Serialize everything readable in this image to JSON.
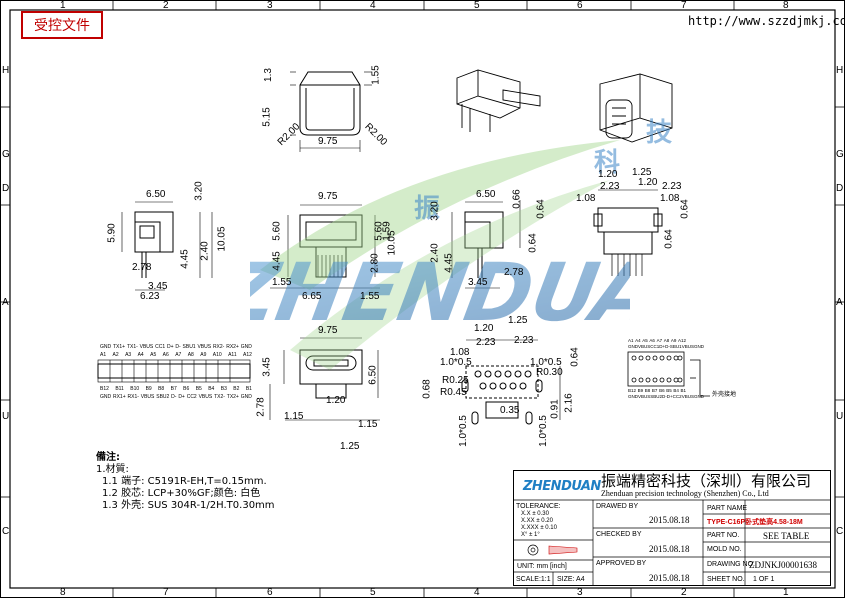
{
  "frame": {
    "top_cols": [
      "1",
      "2",
      "3",
      "4",
      "5",
      "6",
      "7",
      "8"
    ],
    "bottom_cols": [
      "8",
      "7",
      "6",
      "5",
      "4",
      "3",
      "2",
      "1"
    ],
    "left_rows": [
      "H",
      "G",
      "D",
      "A",
      "U",
      "C"
    ],
    "right_rows": [
      "H",
      "G",
      "D",
      "A",
      "U",
      "C"
    ]
  },
  "stamp": "受控文件",
  "url": "http://www.szzdjmkj.com",
  "watermark": {
    "brand": "ZHENDUAN",
    "word1": "振",
    "word2": "科",
    "word3": "技"
  },
  "views": {
    "top_profile": {
      "d1": "1.3",
      "d2": "1.55",
      "d3": "5.15",
      "d4": "R2.00",
      "d5": "R2.00",
      "d6": "9.75"
    },
    "side_left": {
      "d1": "6.50",
      "d2": "3.20",
      "d3": "5.90",
      "d4": "4.45",
      "d5": "2.40",
      "d6": "10.05",
      "d7": "2.78",
      "d8": "3.45",
      "d9": "6.23"
    },
    "front": {
      "d1": "9.75",
      "d2": "5.60",
      "d3": "4.45",
      "d4": "5.60",
      "d5": "1.59",
      "d6": "2.80",
      "d7": "10.05",
      "d8": "1.55",
      "d9": "6.65",
      "d10": "1.55"
    },
    "side_right": {
      "d1": "6.50",
      "d2": "3.20",
      "d3": "0.66",
      "d4": "0.64",
      "d5": "0.64",
      "d6": "2.40",
      "d7": "4.45",
      "d8": "3.45",
      "d9": "2.78"
    },
    "pcb_top": {
      "d1": "1.20",
      "d2": "1.25",
      "d3": "2.23",
      "d4": "1.20",
      "d5": "2.23",
      "d6": "1.08",
      "d7": "1.08",
      "d8": "0.64",
      "d9": "0.64"
    },
    "pins_view": {
      "top_pins": [
        "GND",
        "TX1+",
        "TX1-",
        "VBUS",
        "CC1",
        "D+",
        "D-",
        "SBU1",
        "VBUS",
        "RX2-",
        "RX2+",
        "GND"
      ],
      "top_codes": [
        "A1",
        "A2",
        "A3",
        "A4",
        "A5",
        "A6",
        "A7",
        "A8",
        "A9",
        "A10",
        "A11",
        "A12"
      ],
      "bottom_pins": [
        "GND",
        "RX1+",
        "RX1-",
        "VBUS",
        "SBU2",
        "D-",
        "D+",
        "CC2",
        "VBUS",
        "TX2-",
        "TX2+",
        "GND"
      ],
      "bottom_codes": [
        "B12",
        "B11",
        "B10",
        "B9",
        "B8",
        "B7",
        "B6",
        "B5",
        "B4",
        "B3",
        "B2",
        "B1"
      ]
    },
    "mouth_view": {
      "d1": "9.75",
      "d2": "3.45",
      "d3": "6.50",
      "d4": "2.78",
      "d5": "1.20",
      "d6": "1.15",
      "d7": "1.15",
      "d8": "1.25"
    },
    "pad_view": {
      "d1": "1.25",
      "d2": "1.20",
      "d3": "2.23",
      "d4": "2.23",
      "d5": "1.08",
      "d6": "1.0*0.5",
      "d7": "1.0*0.5",
      "d8": "0.64",
      "d9": "R0.25",
      "d10": "R0.30",
      "d11": "R0.45",
      "d12": "0.68",
      "d13": "0.35",
      "d14": "0.91",
      "d15": "2.16",
      "d16": "1.0*0.5",
      "d17": "1.0*0.5"
    },
    "schematic": {
      "top": [
        "A1",
        "A4",
        "A5",
        "A6",
        "A7",
        "A8",
        "A9",
        "A12"
      ],
      "top_lbl": [
        "GND",
        "VBUS",
        "CC1",
        "D+",
        "D-",
        "SBU1",
        "VBUS",
        "GND"
      ],
      "bottom": [
        "B12",
        "B9",
        "B8",
        "B7",
        "B6",
        "B5",
        "B4",
        "B1"
      ],
      "bottom_lbl": [
        "GND",
        "VBUS",
        "SBU2",
        "D-",
        "D+",
        "CC2",
        "VBUS",
        "GND"
      ],
      "note": "外壳接地"
    }
  },
  "notes": {
    "title": "備注:",
    "l1": "1.材質:",
    "l2": "1.1  端子: C5191R-EH,T=0.15mm.",
    "l3": "1.2  胶芯: LCP+30%GF;颜色: 白色",
    "l4": "1.3  外壳: SUS 304R-1/2H.T0.30mm"
  },
  "title_block": {
    "company_cn": "振端精密科技（深圳）有限公司",
    "company_en": "Zhenduan precision technology (Shenzhen) Co., Ltd",
    "logo": "ZHENDUAN",
    "tolerance": "TOLERANCE:",
    "tol_rows": [
      "X.X  ± 0.30",
      "X.XX ± 0.20",
      "X.XXX ± 0.10",
      "X°  ± 1°"
    ],
    "unit": "UNIT: mm [inch]",
    "scale": "SCALE:1:1",
    "size": "SIZE: A4",
    "drawn_by": "DRAWED BY",
    "checked_by": "CHECKED BY",
    "approved_by": "APPROVED BY",
    "date1": "2015.08.18",
    "date2": "2015.08.18",
    "date3": "2015.08.18",
    "part_name_lbl": "PART NAME",
    "part_name": "TYPE-C16P卧式垫高4.58-18M",
    "part_no_lbl": "PART NO.",
    "part_no": "SEE TABLE",
    "mold_no_lbl": "MOLD NO.",
    "drawing_no_lbl": "DRAWING NO.",
    "drawing_no": "ZDJNKJ00001638",
    "sheet_no_lbl": "SHEET NO.",
    "sheet_no": "1 OF 1"
  }
}
